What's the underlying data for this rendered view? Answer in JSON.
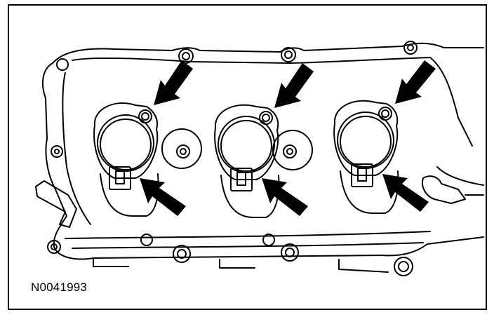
{
  "figure": {
    "id_label": "N0041993",
    "subject": "valve-cover-with-ignition-coil-ports",
    "coil_ports": 3,
    "bolt_arrows": 3,
    "connector_arrows": 3,
    "line_color": "#000000",
    "background_color": "#ffffff"
  }
}
